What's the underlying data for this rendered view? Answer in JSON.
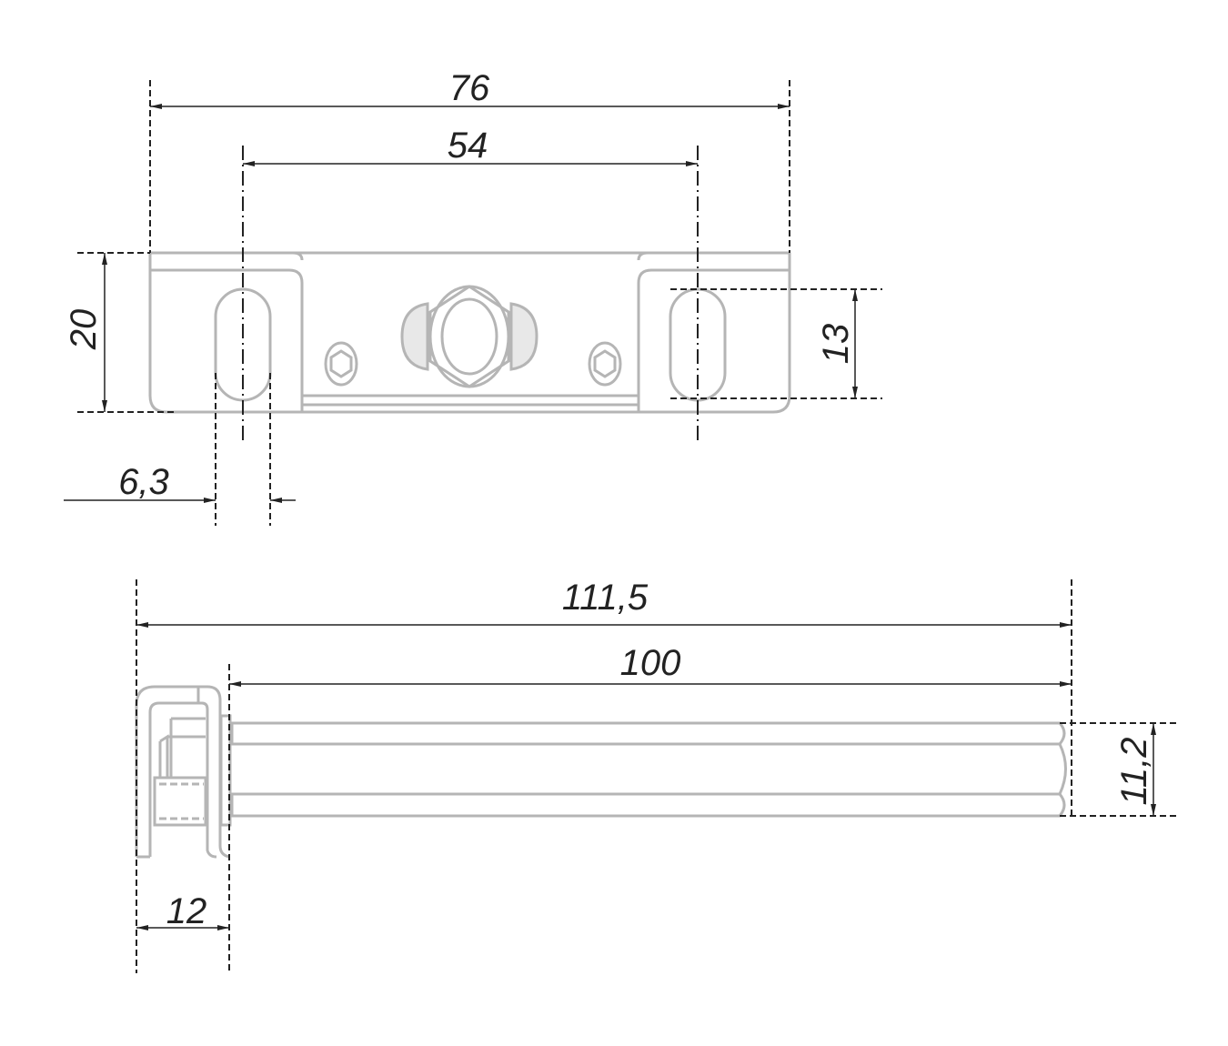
{
  "drawing": {
    "top_view": {
      "dimensions": {
        "overall_width": "76",
        "slot_spacing": "54",
        "height": "20",
        "slot_length": "13",
        "slot_width": "6,3"
      }
    },
    "side_view": {
      "dimensions": {
        "overall_length": "111,5",
        "rod_length": "100",
        "rod_height": "11,2",
        "bracket_depth": "12"
      }
    }
  }
}
